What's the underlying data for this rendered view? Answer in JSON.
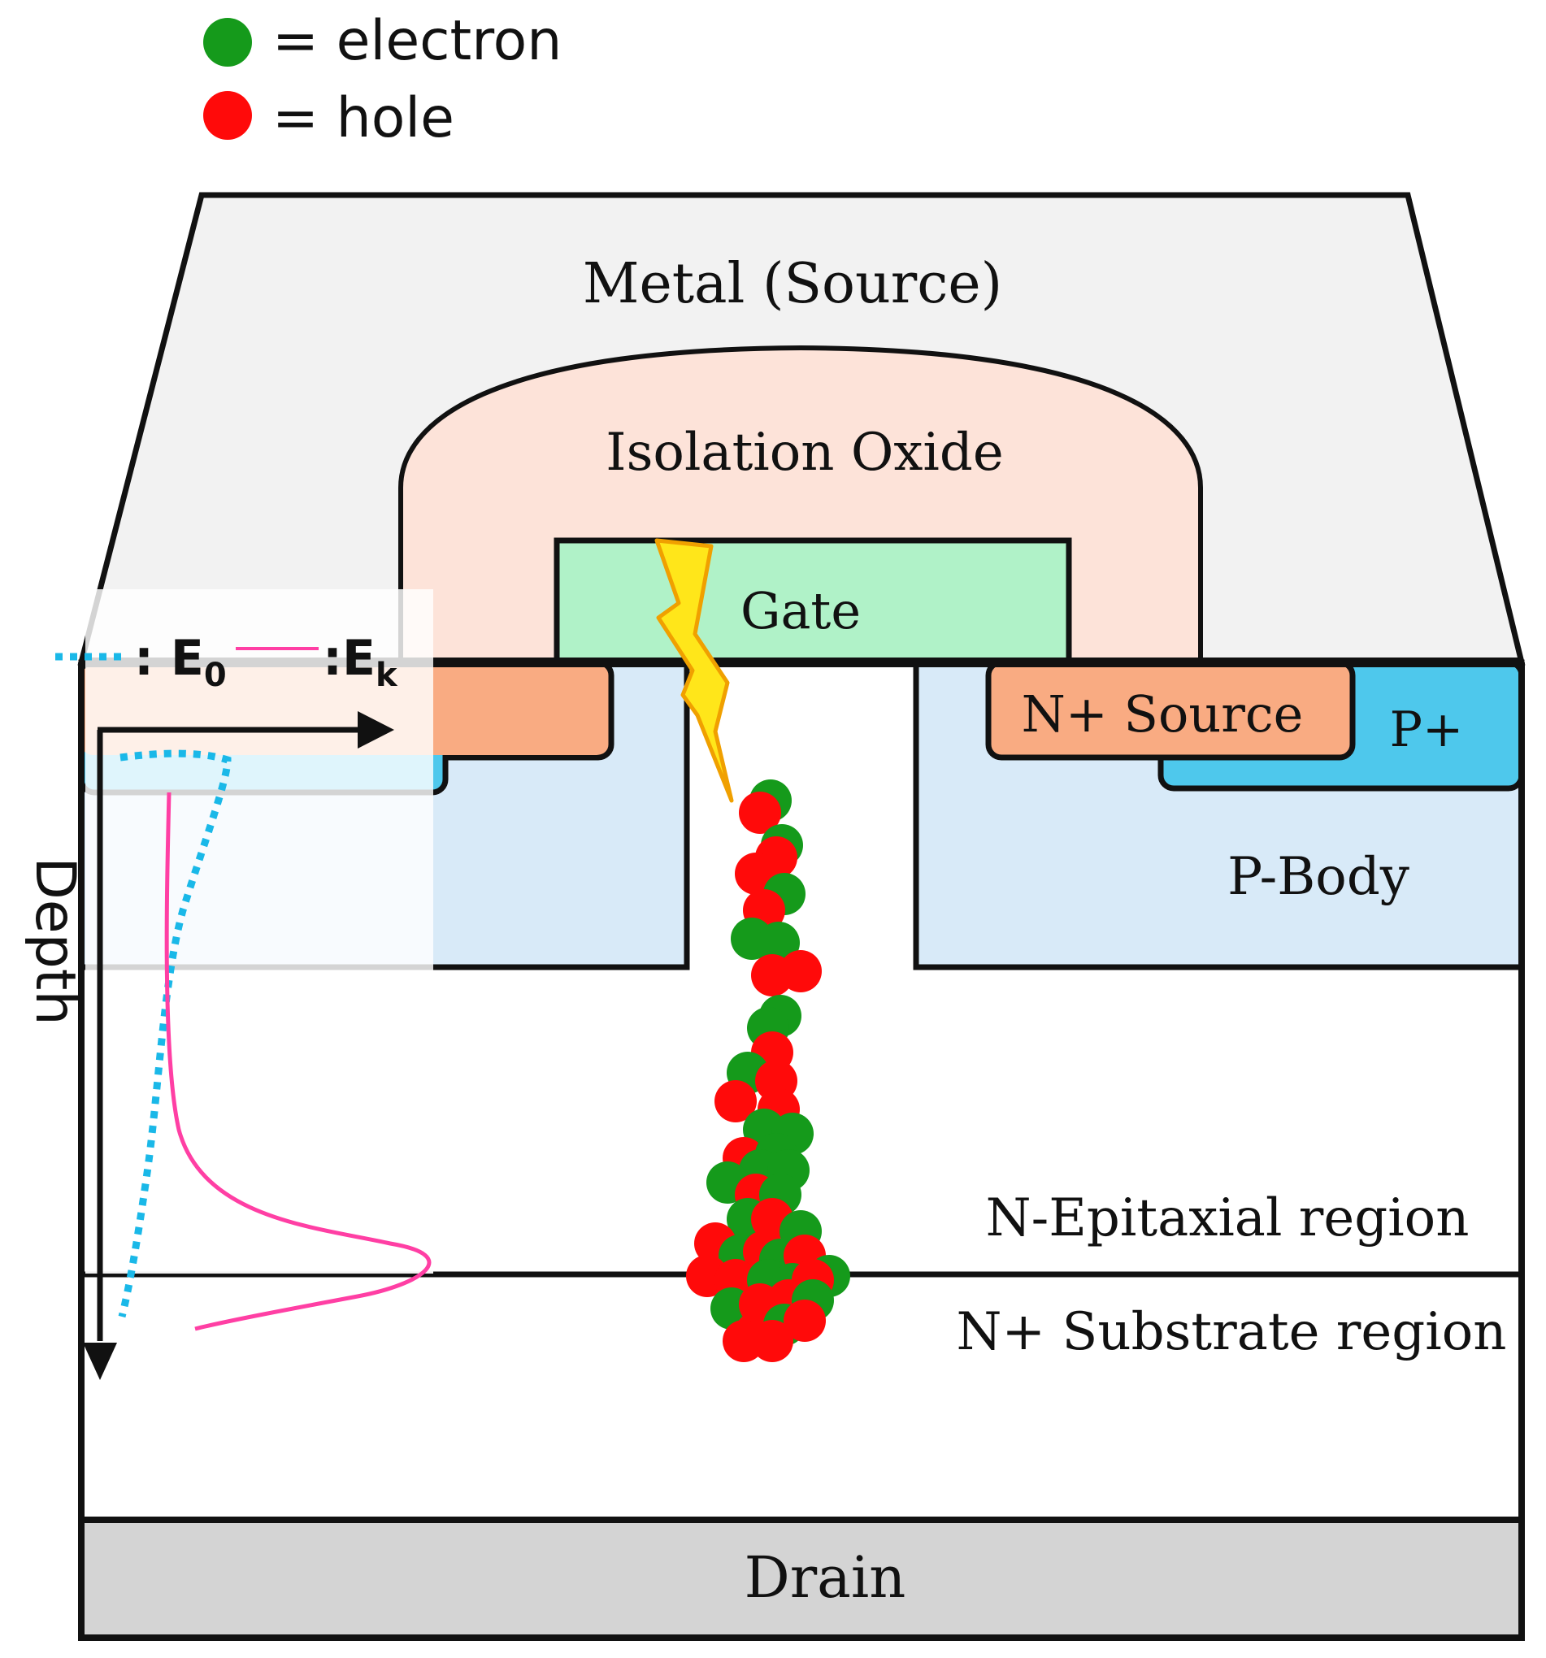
{
  "legend": {
    "electron_label": "= electron",
    "hole_label": "= hole",
    "electron_color": "#159a1b",
    "hole_color": "#ff0a0a"
  },
  "energy_legend": {
    "e0_prefix": ": E",
    "e0_sub": "0",
    "ek_prefix": ":E",
    "ek_sub": "k",
    "e0_color": "#1ab8e8",
    "ek_color": "#ff3fa4"
  },
  "axis": {
    "depth_label": "Depth"
  },
  "regions": {
    "metal": "Metal (Source)",
    "oxide": "Isolation Oxide",
    "gate": "Gate",
    "n_source": "N+ Source",
    "p_plus": "P+",
    "p_body": "P-Body",
    "n_epi": "N-Epitaxial region",
    "n_substrate": "N+ Substrate region",
    "drain": "Drain"
  },
  "colors": {
    "metal": "#f2f2f2",
    "oxide": "#fde3d9",
    "gate": "#b0f2c8",
    "n_source": "#f9ab82",
    "p_plus": "#4ec8ec",
    "p_body": "#d8eaf8",
    "drain": "#d4d4d4",
    "lightning": "#ffe61a"
  }
}
